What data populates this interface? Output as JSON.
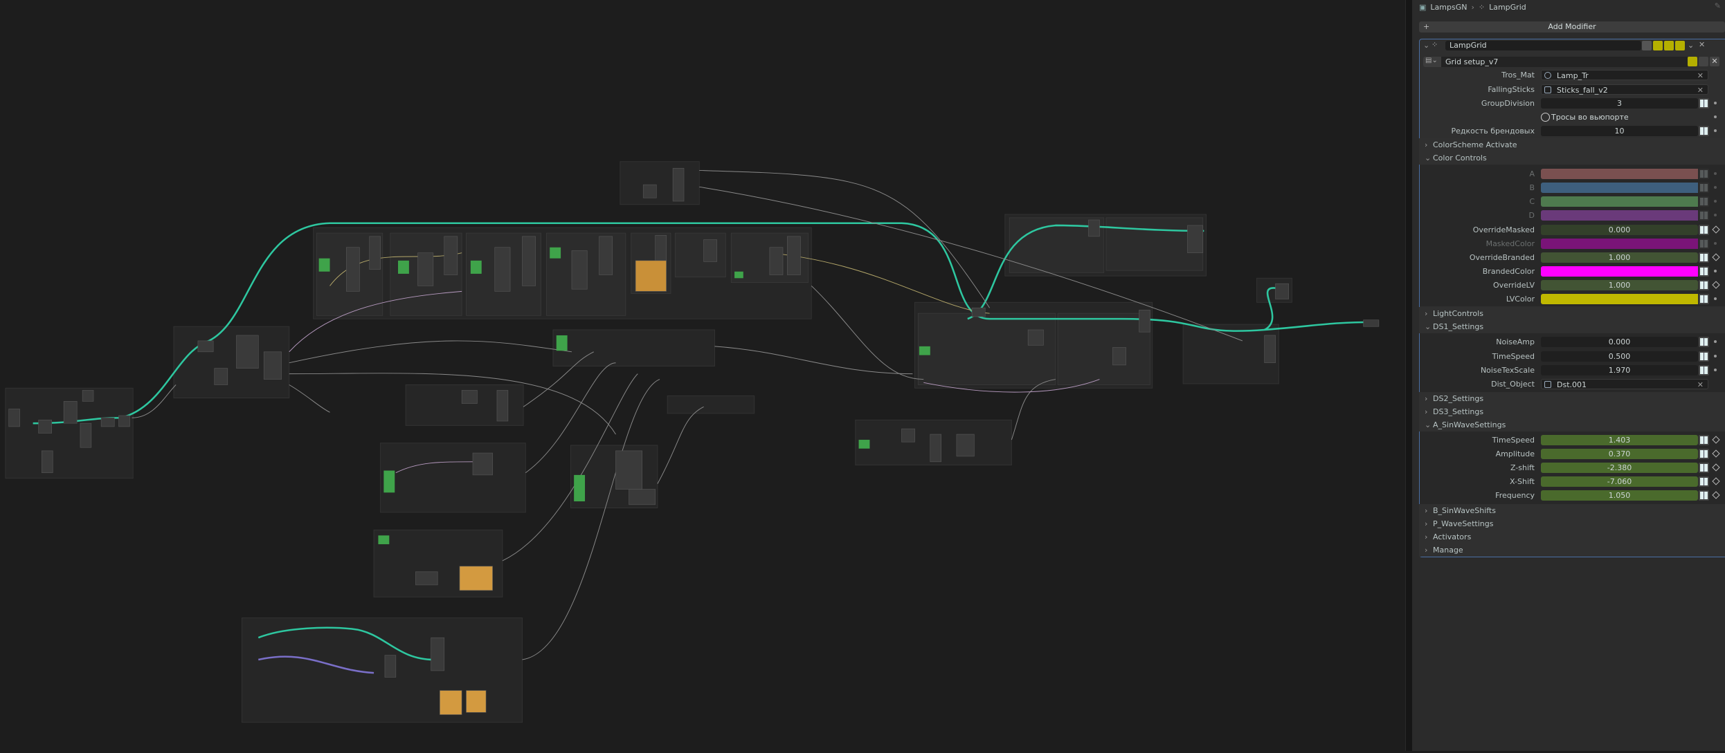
{
  "header": {
    "object": "LampsGN",
    "modifier": "LampGrid"
  },
  "add_modifier": "Add Modifier",
  "modifier": {
    "name": "LampGrid",
    "node_group": "Grid setup_v7"
  },
  "inputs": {
    "tros_mat": {
      "label": "Tros_Mat",
      "value": "Lamp_Tr"
    },
    "falling": {
      "label": "FallingSticks",
      "value": "Sticks_fall_v2"
    },
    "group_div": {
      "label": "GroupDivision",
      "value": "3"
    },
    "tros_checkbox": {
      "label": "Тросы во вьюпорте",
      "checked": false
    },
    "rarity": {
      "label": "Редкость брендовых",
      "value": "10"
    }
  },
  "sections": {
    "color_scheme": "ColorScheme Activate",
    "color_controls": "Color Controls",
    "light_controls": "LightControls",
    "ds1": "DS1_Settings",
    "ds2": "DS2_Settings",
    "ds3": "DS3_Settings",
    "asin": "A_SinWaveSettings",
    "bsin": "B_SinWaveShifts",
    "pwave": "P_WaveSettings",
    "activators": "Activators",
    "manage": "Manage"
  },
  "color_controls": {
    "a": {
      "label": "A",
      "color": "#7a5050"
    },
    "b": {
      "label": "B",
      "color": "#3e5f7e"
    },
    "c": {
      "label": "C",
      "color": "#4e7a4e"
    },
    "d": {
      "label": "D",
      "color": "#6a3a7a"
    },
    "override_masked": {
      "label": "OverrideMasked",
      "value": "0.000"
    },
    "masked_color": {
      "label": "MaskedColor",
      "color": "#7a1478"
    },
    "override_branded": {
      "label": "OverrideBranded",
      "value": "1.000"
    },
    "branded_color": {
      "label": "BrandedColor",
      "color": "#ff00ff"
    },
    "override_lv": {
      "label": "OverrideLV",
      "value": "1.000"
    },
    "lv_color": {
      "label": "LVColor",
      "color": "#c0b800"
    }
  },
  "ds1": {
    "noise_amp": {
      "label": "NoiseAmp",
      "value": "0.000"
    },
    "time_speed": {
      "label": "TimeSpeed",
      "value": "0.500"
    },
    "noise_tex": {
      "label": "NoiseTexScale",
      "value": "1.970"
    },
    "dist_object": {
      "label": "Dist_Object",
      "value": "Dst.001"
    }
  },
  "asin": {
    "time_speed": {
      "label": "TimeSpeed",
      "value": "1.403"
    },
    "amplitude": {
      "label": "Amplitude",
      "value": "0.370"
    },
    "z_shift": {
      "label": "Z-shift",
      "value": "-2.380"
    },
    "x_shift": {
      "label": "X-Shift",
      "value": "-7.060"
    },
    "frequency": {
      "label": "Frequency",
      "value": "1.050"
    }
  },
  "colors": {
    "accent": "#4a6fa5",
    "animated": "#4a6a2c",
    "teal_link": "#2ec7a0"
  }
}
